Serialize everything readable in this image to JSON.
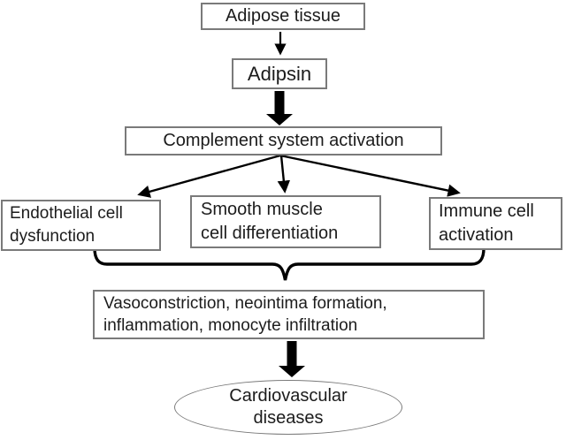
{
  "diagram": {
    "title": "Adipsin pathway flowchart",
    "colors": {
      "background": "#ffffff",
      "box_border": "#7a7a7a",
      "text": "#1c1c1c",
      "arrow": "#000000"
    },
    "nodes": {
      "adipose": {
        "shape": "rectangle",
        "lines": [
          "Adipose tissue"
        ]
      },
      "adipsin": {
        "shape": "rectangle",
        "lines": [
          "Adipsin"
        ]
      },
      "complement": {
        "shape": "rectangle",
        "lines": [
          "Complement system activation"
        ]
      },
      "endothelial": {
        "shape": "rectangle",
        "lines": [
          "Endothelial cell",
          "dysfunction"
        ]
      },
      "smooth_muscle": {
        "shape": "rectangle",
        "lines": [
          "Smooth muscle",
          "cell differentiation"
        ]
      },
      "immune": {
        "shape": "rectangle",
        "lines": [
          "Immune cell",
          "activation"
        ]
      },
      "outcomes": {
        "shape": "rectangle",
        "lines": [
          "Vasoconstriction, neointima formation,",
          "inflammation, monocyte infiltration"
        ]
      },
      "cardiovascular": {
        "shape": "ellipse",
        "lines": [
          "Cardiovascular",
          "diseases"
        ]
      }
    },
    "edges": [
      {
        "from": "adipose",
        "to": "adipsin",
        "style": "thin-arrow"
      },
      {
        "from": "adipsin",
        "to": "complement",
        "style": "thick-arrow"
      },
      {
        "from": "complement",
        "to": "endothelial",
        "style": "thin-arrow"
      },
      {
        "from": "complement",
        "to": "smooth_muscle",
        "style": "thin-arrow"
      },
      {
        "from": "complement",
        "to": "immune",
        "style": "thin-arrow"
      },
      {
        "from": "endothelial+smooth_muscle+immune",
        "to": "outcomes",
        "style": "curly-brace"
      },
      {
        "from": "outcomes",
        "to": "cardiovascular",
        "style": "thick-arrow"
      }
    ]
  }
}
